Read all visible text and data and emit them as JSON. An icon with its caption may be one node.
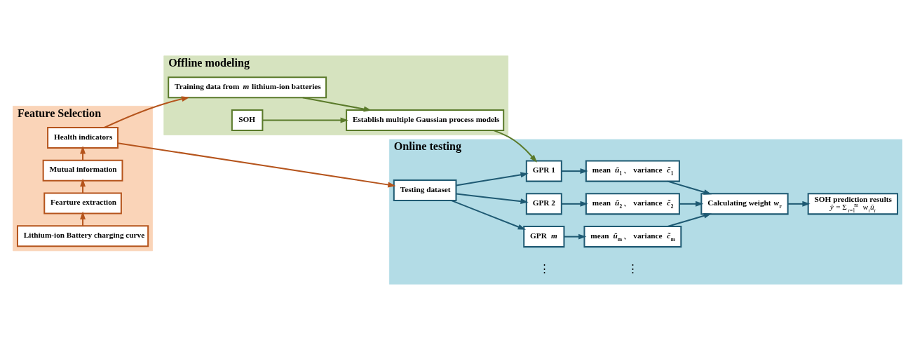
{
  "diagram": {
    "nodes": [
      {
        "text": [
          "Feature Selection"
        ]
      },
      {
        "text": [
          "Lithium-ion Battery charging curve"
        ],
        "in": 0
      },
      {
        "text": [
          "Fearture extraction"
        ],
        "in": 0
      },
      {
        "text": [
          "Mutual information"
        ],
        "in": 0
      },
      {
        "text": [
          "Health indicators"
        ],
        "in": 0
      },
      {
        "text": [
          "Offline modeling"
        ]
      },
      {
        "text": [
          "Training data from *m* lithium-ion batteries"
        ],
        "in": 5
      },
      {
        "text": [
          "Establish multiple Gaussian process models"
        ],
        "in": 5
      },
      {
        "text": [
          "SOH"
        ],
        "in": 5
      },
      {
        "text": [
          "Online testing"
        ]
      },
      {
        "text": [
          "Testing dataset"
        ],
        "in": 9
      },
      {
        "text": [
          "GPR 1"
        ],
        "in": 9
      },
      {
        "text": [
          "GPR 2"
        ],
        "in": 9
      },
      {
        "text": [
          "GPR *m*"
        ],
        "in": 9
      },
      {
        "text": [
          "mean *ũ*$_{1}$ 、 variance *c̃*$_{1}$"
        ],
        "in": 9
      },
      {
        "text": [
          "mean *ũ*$_{2}$ 、 variance *c̃*$_{2}$"
        ],
        "in": 9
      },
      {
        "text": [
          "mean *ũ*$_{m}$ 、 variance *c̃*$_{m}$"
        ],
        "in": 9
      },
      {
        "text": [
          "Calculating weight *w*$_{r}$"
        ],
        "in": 9
      },
      {
        "text": [
          "SOH prediction results",
          "*ŷ* = Σ$_{r=1}$$^{m}$ *w*$_{r}$*ũ*$_{r}$"
        ],
        "in": 9
      }
    ],
    "edges": [
      {
        "from": 1,
        "to": 2,
        "arrow": "to",
        "color": "#b5541c"
      },
      {
        "from": 2,
        "to": 3,
        "arrow": "to",
        "color": "#b5541c"
      },
      {
        "from": 3,
        "to": 4,
        "arrow": "to",
        "color": "#b5541c"
      },
      {
        "from": 4,
        "to": 6,
        "arrow": "to",
        "color": "#b5541c"
      },
      {
        "from": 4,
        "to": 10,
        "arrow": "to",
        "color": "#b5541c"
      },
      {
        "from": 6,
        "to": 7,
        "arrow": "to",
        "color": "#5a7a2a"
      },
      {
        "from": 8,
        "to": 7,
        "arrow": "to",
        "color": "#5a7a2a"
      },
      {
        "from": 7,
        "to": 11,
        "arrow": "to",
        "color": "#5a7a2a"
      },
      {
        "from": 10,
        "to": 11,
        "arrow": "to"
      },
      {
        "from": 10,
        "to": 12,
        "arrow": "to"
      },
      {
        "from": 10,
        "to": 13,
        "arrow": "to"
      },
      {
        "from": 11,
        "to": 14,
        "arrow": "to"
      },
      {
        "from": 12,
        "to": 15,
        "arrow": "to"
      },
      {
        "from": 13,
        "to": 16,
        "arrow": "to"
      },
      {
        "from": 14,
        "to": 17,
        "arrow": "to"
      },
      {
        "from": 15,
        "to": 17,
        "arrow": "to"
      },
      {
        "from": 16,
        "to": 17,
        "arrow": "to"
      },
      {
        "from": 17,
        "to": 18,
        "arrow": "to"
      }
    ],
    "labels": [
      "⋮",
      "⋮"
    ]
  }
}
